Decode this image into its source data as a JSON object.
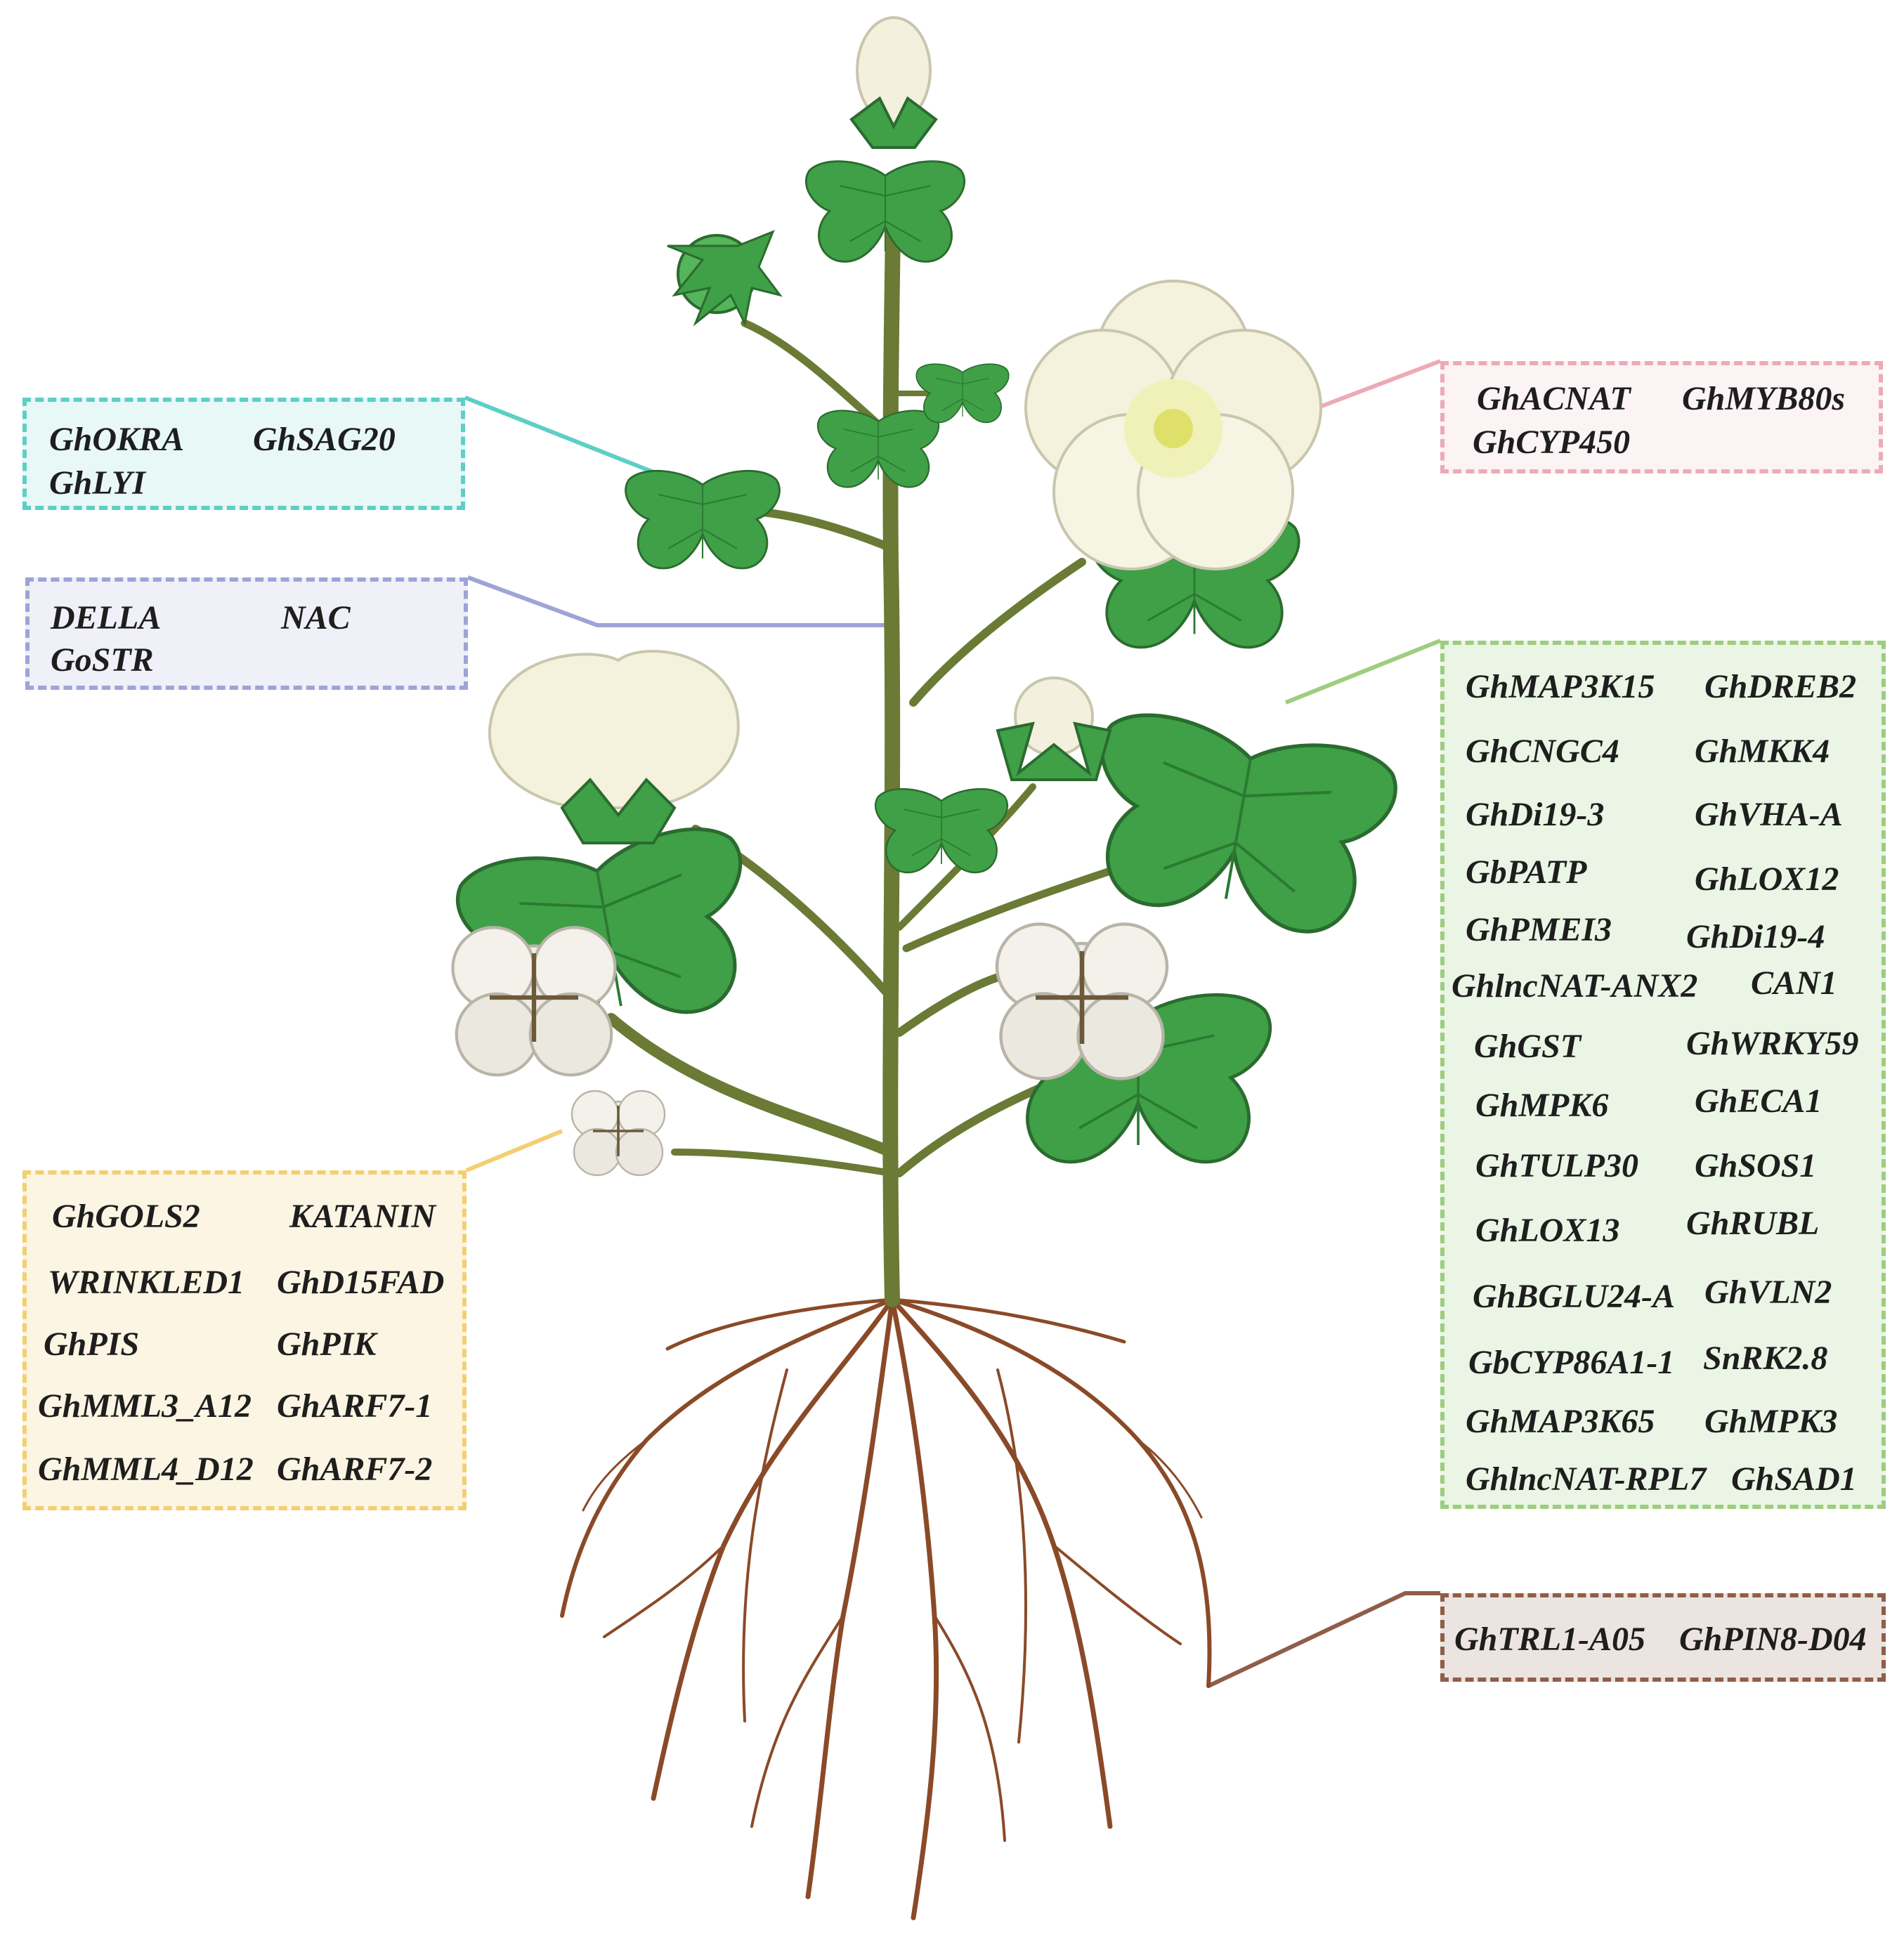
{
  "colors": {
    "leaf_box": "#5ccfc6",
    "stem_box": "#9da4d6",
    "flower_box": "#ecaab7",
    "abiotic_box": "#9dcd7e",
    "fiber_box": "#f2cf71",
    "root_box": "#8f5e48",
    "stem": "#6b7a34",
    "leaf": "#3fa047",
    "root": "#8a4a28",
    "petal": "#f4f2dc"
  },
  "boxes": {
    "leaf": {
      "genes": [
        "GhOKRA",
        "GhSAG20",
        "GhLYI"
      ]
    },
    "stem": {
      "genes": [
        "DELLA",
        "NAC",
        "GoSTR"
      ]
    },
    "flower": {
      "genes": [
        "GhACNAT",
        "GhMYB80s",
        "GhCYP450"
      ]
    },
    "abiotic": {
      "genes": [
        "GhMAP3K15",
        "GhDREB2",
        "GhCNGC4",
        "GhMKK4",
        "GhDi19-3",
        "GhVHA-A",
        "GbPATP",
        "GhLOX12",
        "GhPMEI3",
        "GhDi19-4",
        "GhlncNAT-ANX2",
        "CAN1",
        "GhGST",
        "GhWRKY59",
        "GhMPK6",
        "GhECA1",
        "GhTULP30",
        "GhSOS1",
        "GhLOX13",
        "GhRUBL",
        "GhBGLU24-A",
        "GhVLN2",
        "GbCYP86A1-1",
        "SnRK2.8",
        "GhMAP3K65",
        "GhMPK3",
        "GhlncNAT-RPL7",
        "GhSAD1"
      ]
    },
    "fiber": {
      "genes": [
        "GhGOLS2",
        "KATANIN",
        "WRINKLED1",
        "GhD15FAD",
        "GhPIS",
        "GhPIK",
        "GhMML3_A12",
        "GhARF7-1",
        "GhMML4_D12",
        "GhARF7-2"
      ]
    },
    "root": {
      "genes": [
        "GhTRL1-A05",
        "GhPIN8-D04"
      ]
    }
  }
}
